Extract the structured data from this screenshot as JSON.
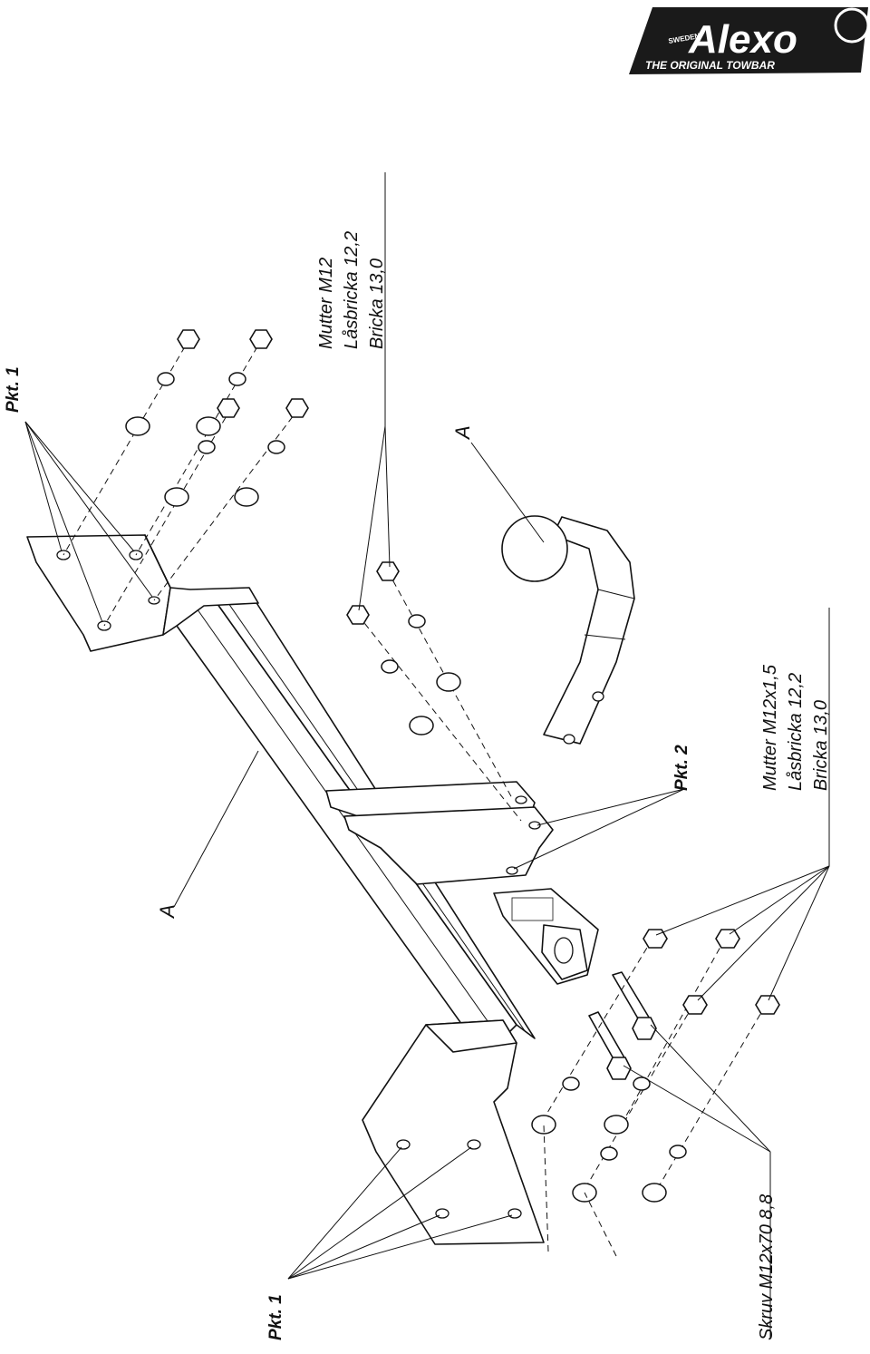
{
  "brand": {
    "logo_text": "Alexo",
    "logo_small": "SWEDEN",
    "tagline": "THE ORIGINAL TOWBAR"
  },
  "labels": {
    "pkt1_top": "Pkt. 1",
    "pkt1_bottom": "Pkt. 1",
    "pkt2": "Pkt. 2",
    "a_top": "A",
    "a_bar": "A"
  },
  "hardware_top": {
    "line1": "Mutter M12",
    "line2": "Låsbricka 12,2",
    "line3": "Bricka 13,0"
  },
  "hardware_right": {
    "line1": "Mutter M12x1,5",
    "line2": "Låsbricka 12,2",
    "line3": "Bricka 13,0"
  },
  "bolt_label": "Skruv M12x70 8,8",
  "colors": {
    "line": "#111111",
    "logo": "#1a1a1a",
    "background": "#ffffff"
  }
}
